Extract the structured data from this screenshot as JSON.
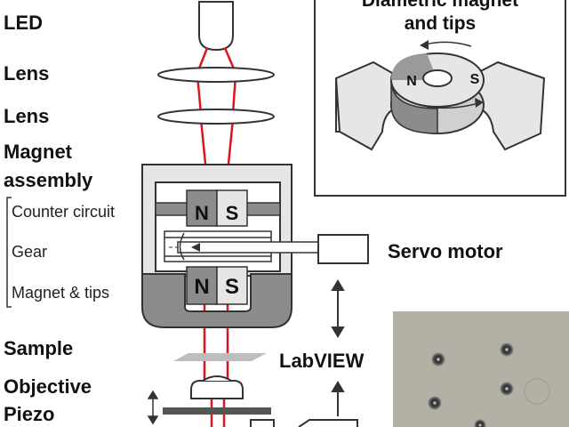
{
  "labels": {
    "led": "LED",
    "lens1": "Lens",
    "lens2": "Lens",
    "magnet_line1": "Magnet",
    "magnet_line2": "assembly",
    "counter_circuit": "Counter circuit",
    "gear": "Gear",
    "magnet_tips": "Magnet & tips",
    "sample": "Sample",
    "objective": "Objective",
    "piezo": "Piezo",
    "servo_motor": "Servo motor",
    "labview": "LabVIEW"
  },
  "inset": {
    "title_line1": "Diametric magnet",
    "title_line2": "and tips",
    "pole_n": "N",
    "pole_s": "S"
  },
  "magnet_poles": {
    "top_n": "N",
    "top_s": "S",
    "bottom_n": "N",
    "bottom_s": "S"
  },
  "colors": {
    "light_path": "#e0141e",
    "housing_fill": "#e6e6e6",
    "dark_gray": "#8c8c8c",
    "micrograph_bg": "#b3b0a6"
  }
}
